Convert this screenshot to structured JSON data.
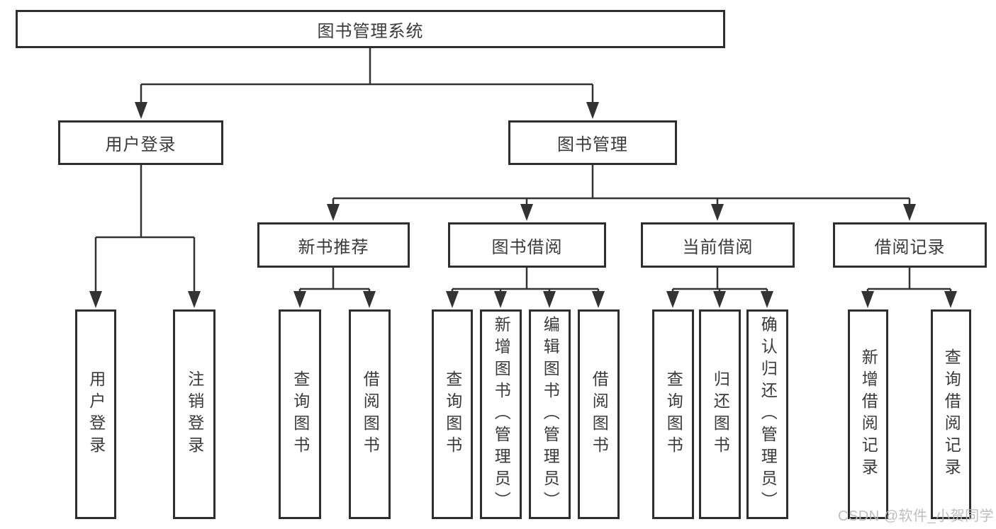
{
  "diagram": {
    "root": {
      "label": "图书管理系统"
    },
    "level2": [
      {
        "label": "用户登录",
        "parent": "图书管理系统"
      },
      {
        "label": "图书管理",
        "parent": "图书管理系统"
      }
    ],
    "level3": [
      {
        "label": "新书推荐",
        "parent": "图书管理"
      },
      {
        "label": "图书借阅",
        "parent": "图书管理"
      },
      {
        "label": "当前借阅",
        "parent": "图书管理"
      },
      {
        "label": "借阅记录",
        "parent": "图书管理"
      }
    ],
    "leaves": [
      {
        "label": "用户登录",
        "parent": "用户登录"
      },
      {
        "label": "注销登录",
        "parent": "用户登录"
      },
      {
        "label": "查询图书",
        "parent": "新书推荐"
      },
      {
        "label": "借阅图书",
        "parent": "新书推荐"
      },
      {
        "label": "查询图书",
        "parent": "图书借阅"
      },
      {
        "label": "新增图书（管理员）",
        "parent": "图书借阅"
      },
      {
        "label": "编辑图书（管理员）",
        "parent": "图书借阅"
      },
      {
        "label": "借阅图书",
        "parent": "图书借阅"
      },
      {
        "label": "查询图书",
        "parent": "当前借阅"
      },
      {
        "label": "归还图书",
        "parent": "当前借阅"
      },
      {
        "label": "确认归还（管理员）",
        "parent": "当前借阅"
      },
      {
        "label": "新增借阅记录",
        "parent": "借阅记录"
      },
      {
        "label": "查询借阅记录",
        "parent": "借阅记录"
      }
    ],
    "watermark": "CSDN @软件_小贺同学",
    "colors": {
      "box_border": "#2e2e2e",
      "connector": "#333333",
      "text": "#3a3a3a",
      "background": "#ffffff",
      "watermark": "#bababa"
    }
  }
}
